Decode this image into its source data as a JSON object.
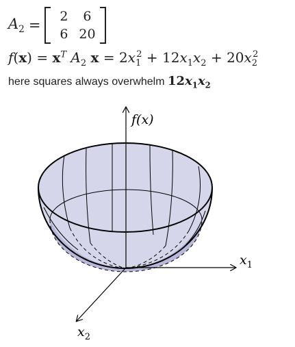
{
  "matrix": {
    "name_base": "A",
    "name_sub": "2",
    "equals": "=",
    "cells": [
      "2",
      "6",
      "6",
      "20"
    ]
  },
  "equation": {
    "f": "f",
    "lparen": "(",
    "x": "x",
    "rparen": ")",
    "equals1": "=",
    "xT_base": "x",
    "xT_sup": "T",
    "A_base": "A",
    "A_sub": "2",
    "x2": "x",
    "equals2": "=",
    "term1_coef": "2",
    "term1_var": "x",
    "term1_sub": "1",
    "term1_sup": "2",
    "plus1": "+",
    "term2_coef": "12",
    "term2_var1": "x",
    "term2_sub1": "1",
    "term2_var2": "x",
    "term2_sub2": "2",
    "plus2": "+",
    "term3_coef": "20",
    "term3_var": "x",
    "term3_sub": "2",
    "term3_sup": "2"
  },
  "caption": {
    "text": "here squares always overwhelm",
    "coef": "12",
    "var1": "x",
    "sub1": "1",
    "var2": "x",
    "sub2": "2"
  },
  "figure": {
    "z_label": "f(x)",
    "x1_label_base": "x",
    "x1_label_sub": "1",
    "x2_label_base": "x",
    "x2_label_sub": "2",
    "fill_color": "#d5d6ea",
    "stroke_color": "#000000"
  }
}
